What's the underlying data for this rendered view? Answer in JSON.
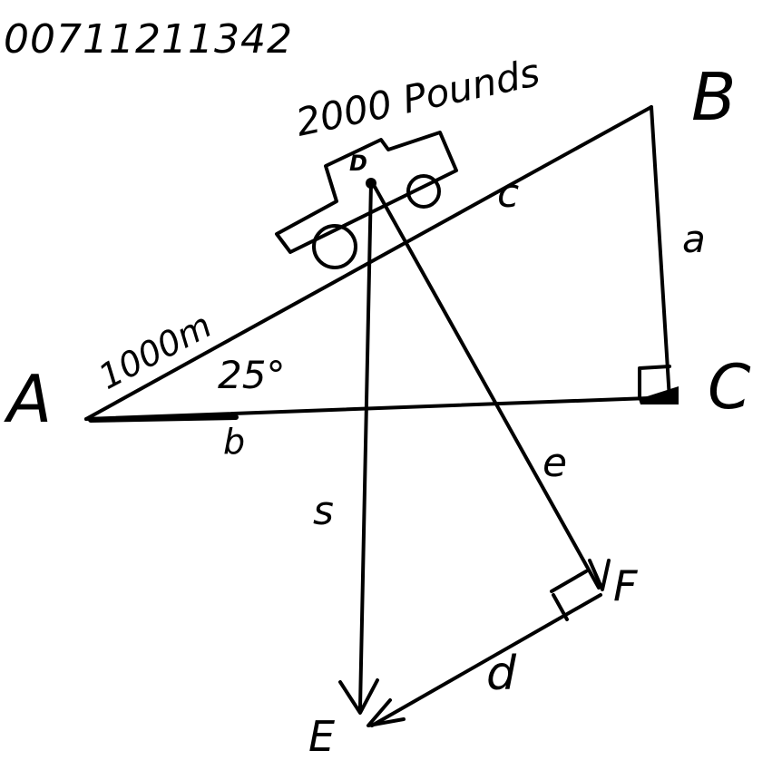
{
  "header": {
    "id_text": "00711211342"
  },
  "car": {
    "weight_label": "2000 Pounds",
    "point_label": "D"
  },
  "vertices": {
    "A": "A",
    "B": "B",
    "C": "C",
    "E": "E",
    "F": "F"
  },
  "sides": {
    "a": "a",
    "b": "b",
    "c": "c",
    "d": "d",
    "e": "e",
    "s": "s"
  },
  "measures": {
    "length": "1000m",
    "angle": "25°"
  }
}
